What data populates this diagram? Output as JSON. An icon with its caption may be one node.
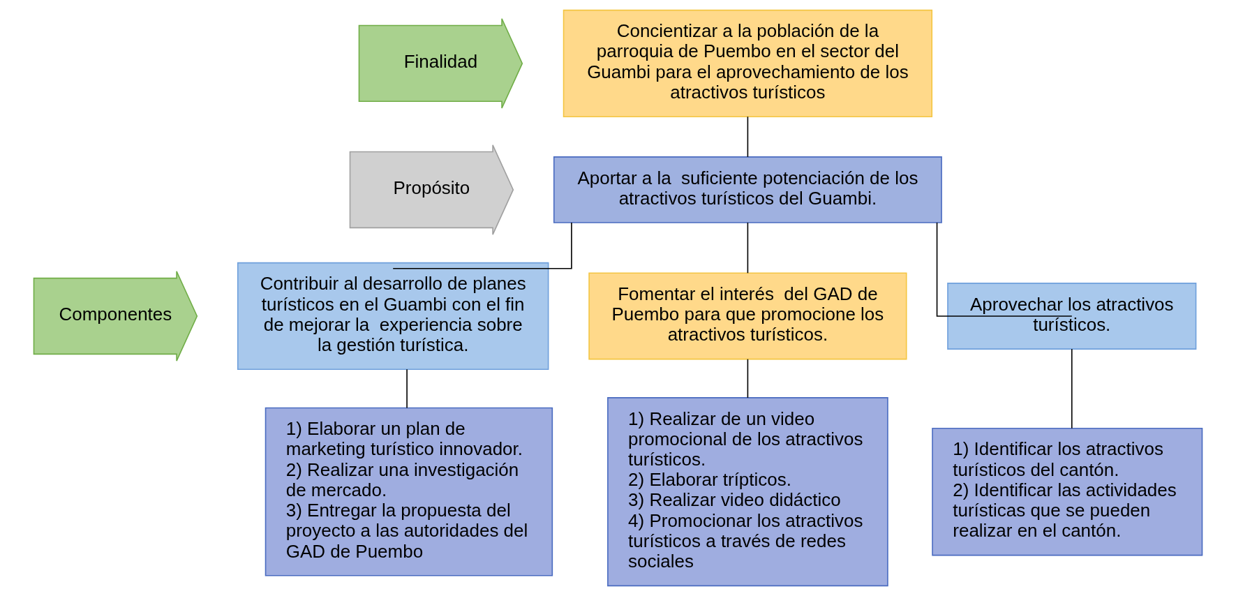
{
  "diagram": {
    "nodes": [
      {
        "text": [
          "Finalidad"
        ]
      },
      {
        "text": [
          "Concientizar a la población de la parroquia de Puembo en el sector del Guambi para el aprovechamiento de los atractivos turísticos"
        ]
      },
      {
        "text": [
          "Propósito"
        ]
      },
      {
        "text": [
          "Aportar a la  suficiente potenciación de los atractivos turísticos del Guambi."
        ]
      },
      {
        "text": [
          "Componentes"
        ]
      },
      {
        "text": [
          "Contribuir al desarrollo de planes turísticos en el Guambi con el fin de mejorar la  experiencia sobre la gestión turística."
        ]
      },
      {
        "text": [
          "Fomentar el interés  del GAD de Puembo para que promocione los atractivos turísticos."
        ]
      },
      {
        "text": [
          "Aprovechar los atractivos turísticos."
        ]
      },
      {
        "text": [
          "1) Elaborar un plan de marketing turístico innovador.",
          "2) Realizar una investigación de mercado.",
          "3) Entregar la propuesta del proyecto a las autoridades del GAD de Puembo"
        ]
      },
      {
        "text": [
          "1) Realizar de un video promocional de los atractivos turísticos.",
          "2) Elaborar trípticos.",
          "3) Realizar video didáctico",
          "4) Promocionar los atractivos turísticos a través de redes sociales"
        ]
      },
      {
        "text": [
          "1) Identificar los atractivos turísticos del cantón.",
          "2) Identificar las actividades turísticas que se pueden realizar en el cantón."
        ]
      }
    ],
    "edges": [
      {
        "from": 1,
        "to": 3,
        "arrow": "none"
      },
      {
        "from": 3,
        "to": 5,
        "arrow": "none"
      },
      {
        "from": 3,
        "to": 6,
        "arrow": "none"
      },
      {
        "from": 3,
        "to": 7,
        "arrow": "none"
      },
      {
        "from": 5,
        "to": 8,
        "arrow": "none"
      },
      {
        "from": 6,
        "to": 9,
        "arrow": "none"
      },
      {
        "from": 7,
        "to": 10,
        "arrow": "none"
      }
    ]
  }
}
